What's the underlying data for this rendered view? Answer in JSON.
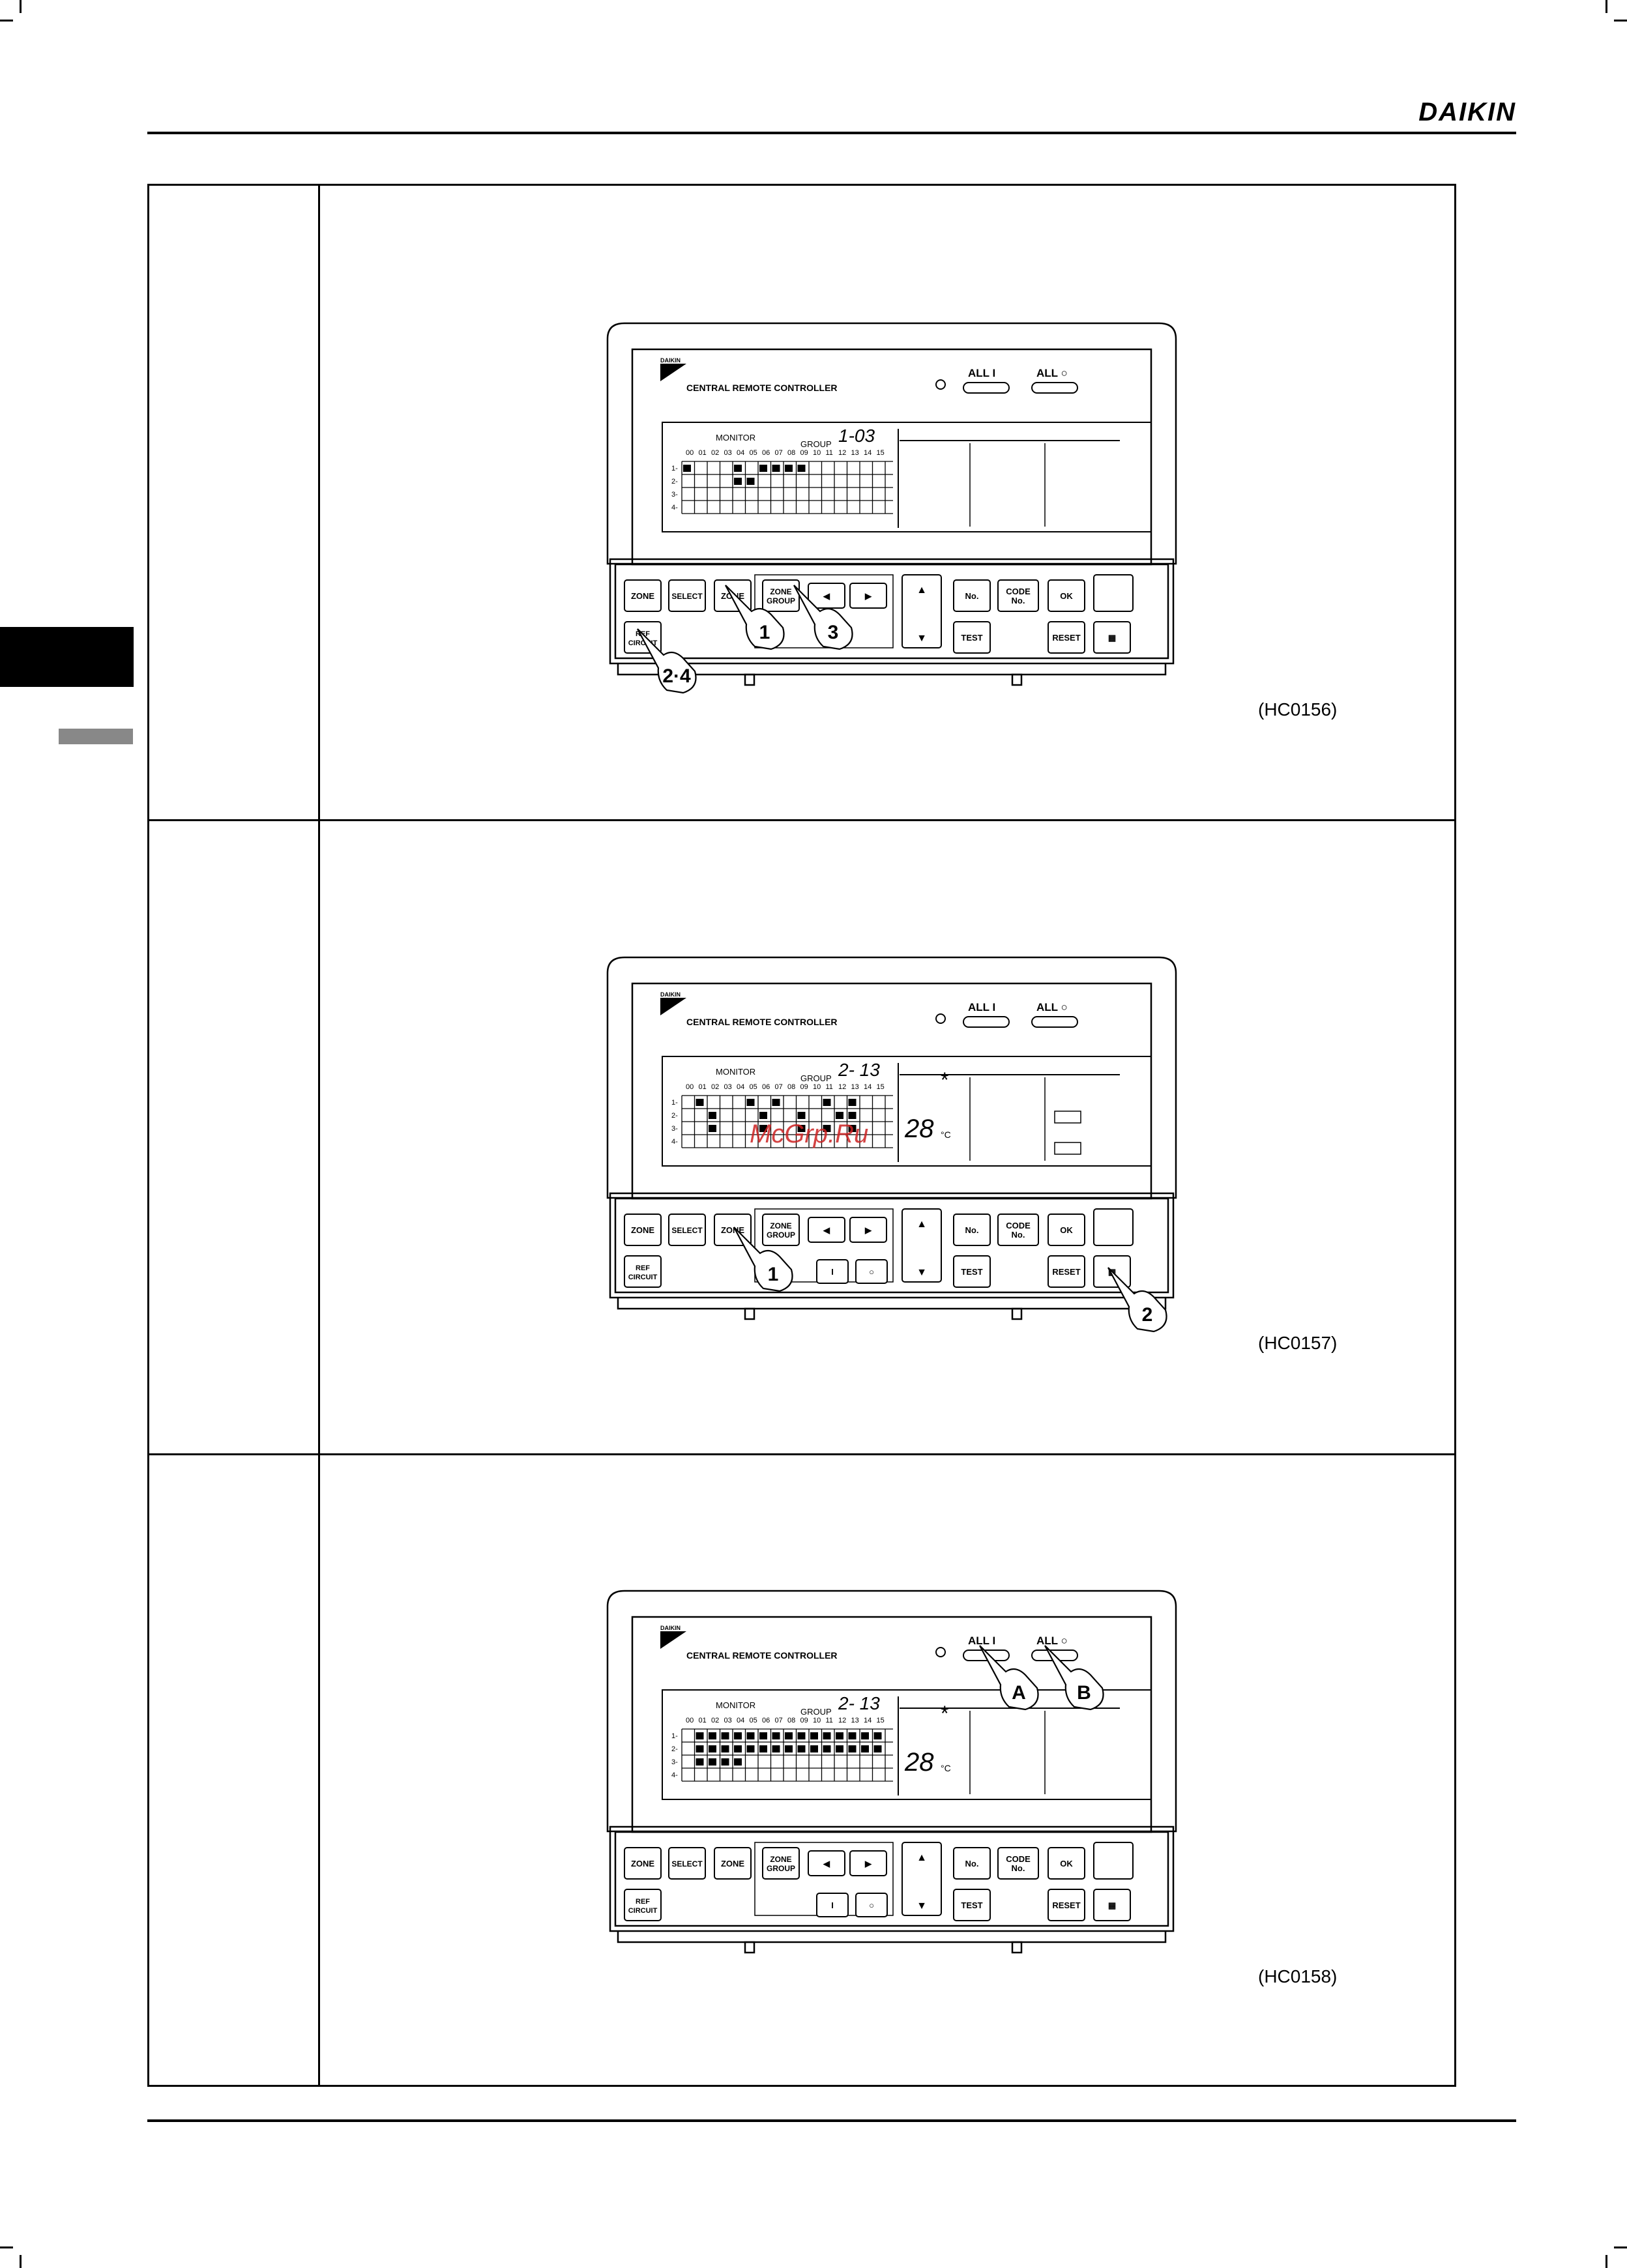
{
  "header": {
    "brand": "DAIKIN"
  },
  "controller": {
    "title": "CENTRAL REMOTE CONTROLLER",
    "all_on_label": "ALL I",
    "all_off_label": "ALL ○",
    "monitor_label": "MONITOR",
    "group_label": "GROUP",
    "columns": [
      "00",
      "01",
      "02",
      "03",
      "04",
      "05",
      "06",
      "07",
      "08",
      "09",
      "10",
      "11",
      "12",
      "13",
      "14",
      "15"
    ],
    "rows": [
      "1",
      "2",
      "3",
      "4"
    ],
    "buttons": {
      "zone": "ZONE",
      "select": "SELECT",
      "zone_enter": "ZONE",
      "zone_group": "ZONE GROUP",
      "no": "No.",
      "code_no": "CODE No.",
      "ok": "OK",
      "test": "TEST",
      "reset": "RESET",
      "ref_circuit": "REF CIRCUIT"
    }
  },
  "figures": [
    {
      "caption": "(HC0156)",
      "group_value": "1-03",
      "temperature": "",
      "callouts": [
        "1",
        "3",
        "2·4"
      ]
    },
    {
      "caption": "(HC0157)",
      "group_value": "2- 13",
      "temperature": "28",
      "temp_unit": "°C",
      "callouts": [
        "1",
        "2"
      ]
    },
    {
      "caption": "(HC0158)",
      "group_value": "2- 13",
      "temperature": "28",
      "temp_unit": "°C",
      "callouts": [
        "A",
        "B"
      ]
    }
  ],
  "watermark": "McGrp.Ru"
}
